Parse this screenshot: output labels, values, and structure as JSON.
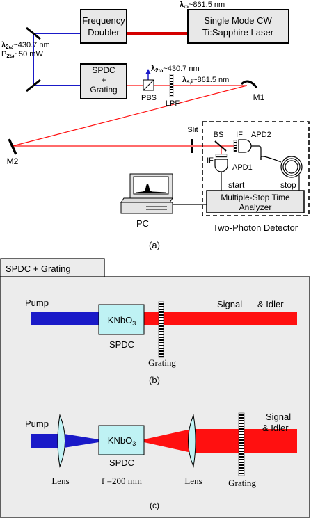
{
  "top": {
    "laser_wavelength": "~861.5 nm",
    "laser_wavelength_sym": "λ",
    "laser_wavelength_sub": "ω",
    "freq_doubler_line1": "Frequency",
    "freq_doubler_line2": "Doubler",
    "laser_line1": "Single Mode CW",
    "laser_line2": "Ti:Sapphire Laser",
    "pump_sym": "λ",
    "pump_sub": "2ω",
    "pump_wavelength": "~430.7 nm",
    "power_sym": "P",
    "power_sub": "2ω",
    "power_value": "~50 mW",
    "spdc_line1": "SPDC",
    "spdc_line2": "+",
    "spdc_line3": "Grating",
    "pbs_label": "PBS",
    "lpf_label": "LPF",
    "pbs_out_sym": "λ",
    "pbs_out_sub": "2ω",
    "pbs_out_wavelength": "~430.7 nm",
    "signal_sym": "λ",
    "signal_sub": "s,i",
    "signal_wavelength": "~861.5 nm",
    "m1_label": "M1",
    "m2_label": "M2",
    "slit_label": "Slit",
    "bs_label": "BS",
    "if_label_1": "IF",
    "if_label_2": "IF",
    "apd1_label": "APD1",
    "apd2_label": "APD2",
    "start_label": "start",
    "stop_label": "stop",
    "analyzer_line1": "Multiple-Stop Time",
    "analyzer_line2": "Analyzer",
    "pc_label": "PC",
    "detector_label": "Two-Photon Detector",
    "caption": "(a)"
  },
  "bottom": {
    "tab_label": "SPDC + Grating",
    "b": {
      "pump_label": "Pump",
      "crystal_main": "KNbO",
      "crystal_sub": "3",
      "spdc_label": "SPDC",
      "grating_label": "Grating",
      "signal_label": "Signal",
      "idler_label": "& Idler",
      "caption": "(b)"
    },
    "c": {
      "pump_label": "Pump",
      "crystal_main": "KNbO",
      "crystal_sub": "3",
      "spdc_label": "SPDC",
      "lens1_label": "Lens",
      "focal_label": "f =200 mm",
      "lens2_label": "Lens",
      "grating_label": "Grating",
      "signal_label": "Signal",
      "idler_label": "& Idler",
      "caption": "(c)"
    }
  },
  "colors": {
    "pump": "#1a1ac8",
    "signal": "#ff1010",
    "crystal": "#bff2f4",
    "panel": "#ececec",
    "laser_line": "#d40000"
  }
}
